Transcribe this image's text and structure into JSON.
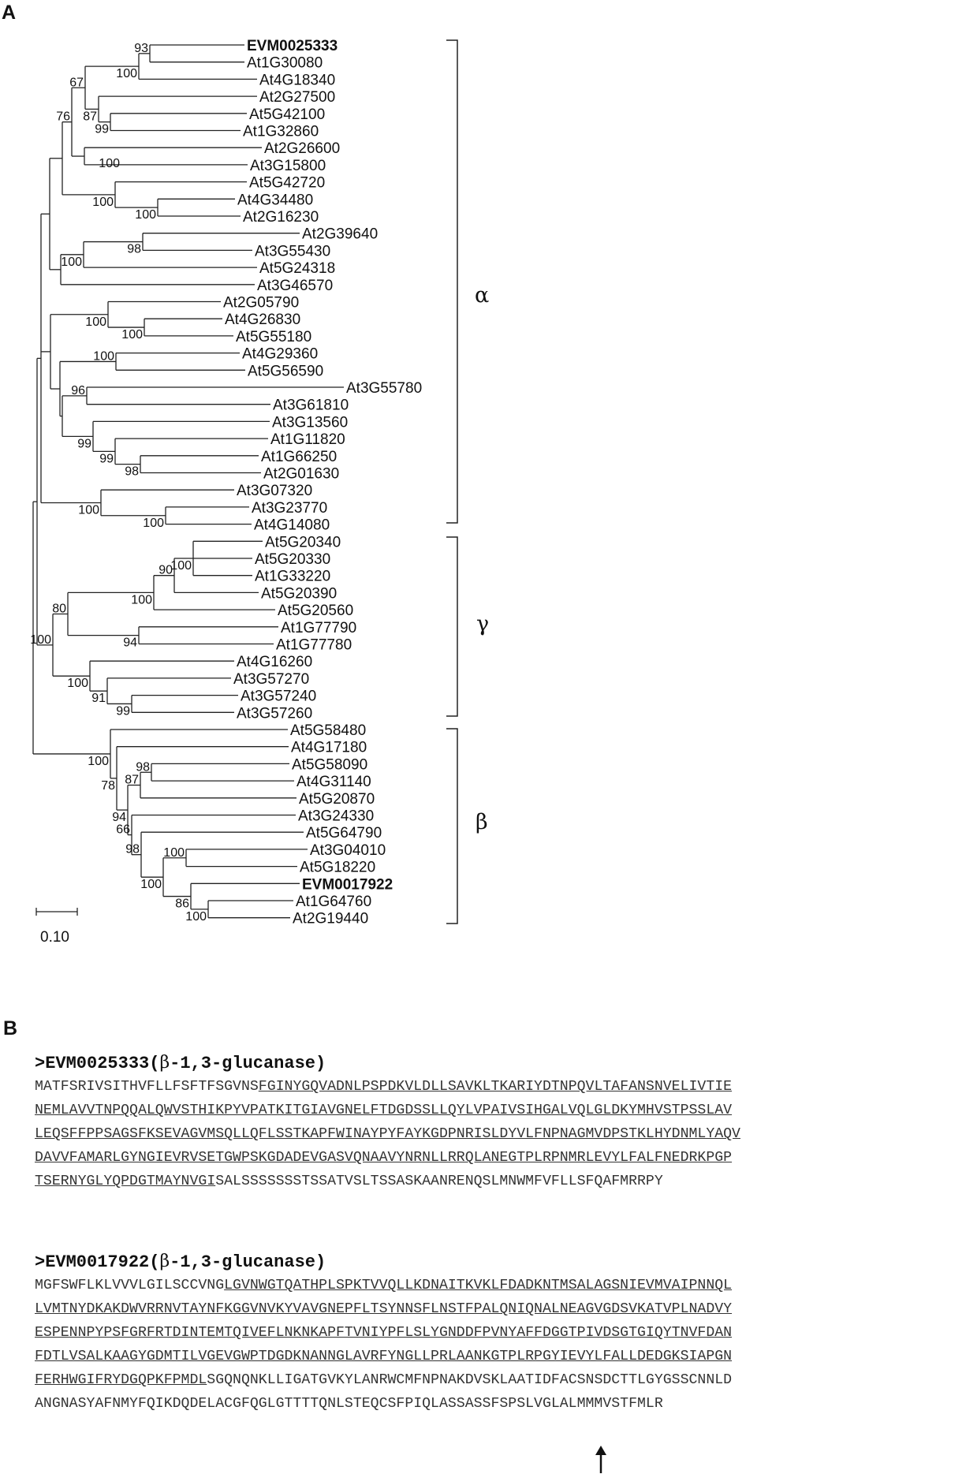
{
  "panel_a": {
    "label": "A",
    "leaves": [
      {
        "name": "EVM0025333",
        "bold": true
      },
      {
        "name": "At1G30080"
      },
      {
        "name": "At4G18340"
      },
      {
        "name": "At2G27500"
      },
      {
        "name": "At5G42100"
      },
      {
        "name": "At1G32860"
      },
      {
        "name": "At2G26600"
      },
      {
        "name": "At3G15800"
      },
      {
        "name": "At5G42720"
      },
      {
        "name": "At4G34480"
      },
      {
        "name": "At2G16230"
      },
      {
        "name": "At2G39640"
      },
      {
        "name": "At3G55430"
      },
      {
        "name": "At5G24318"
      },
      {
        "name": "At3G46570"
      },
      {
        "name": "At2G05790"
      },
      {
        "name": "At4G26830"
      },
      {
        "name": "At5G55180"
      },
      {
        "name": "At4G29360"
      },
      {
        "name": "At5G56590"
      },
      {
        "name": "At3G55780"
      },
      {
        "name": "At3G61810"
      },
      {
        "name": "At3G13560"
      },
      {
        "name": "At1G11820"
      },
      {
        "name": "At1G66250"
      },
      {
        "name": "At2G01630"
      },
      {
        "name": "At3G07320"
      },
      {
        "name": "At3G23770"
      },
      {
        "name": "At4G14080"
      },
      {
        "name": "At5G20340"
      },
      {
        "name": "At5G20330"
      },
      {
        "name": "At1G33220"
      },
      {
        "name": "At5G20390"
      },
      {
        "name": "At5G20560"
      },
      {
        "name": "At1G77790"
      },
      {
        "name": "At1G77780"
      },
      {
        "name": "At4G16260"
      },
      {
        "name": "At3G57270"
      },
      {
        "name": "At3G57240"
      },
      {
        "name": "At3G57260"
      },
      {
        "name": "At5G58480"
      },
      {
        "name": "At4G17180"
      },
      {
        "name": "At5G58090"
      },
      {
        "name": "At4G31140"
      },
      {
        "name": "At5G20870"
      },
      {
        "name": "At3G24330"
      },
      {
        "name": "At5G64790"
      },
      {
        "name": "At3G04010"
      },
      {
        "name": "At5G18220"
      },
      {
        "name": "EVM0017922",
        "bold": true
      },
      {
        "name": "At1G64760"
      },
      {
        "name": "At2G19440"
      }
    ],
    "bootstrap_values": [
      "93",
      "100",
      "67",
      "76",
      "87",
      "99",
      "100",
      "100",
      "100",
      "100",
      "98",
      "100",
      "100",
      "100",
      "96",
      "99",
      "99",
      "98",
      "100",
      "100",
      "100",
      "90",
      "100",
      "94",
      "80",
      "100",
      "100",
      "91",
      "99",
      "100",
      "98",
      "87",
      "78",
      "94",
      "66",
      "98",
      "100",
      "100",
      "86",
      "100"
    ],
    "clades": [
      {
        "symbol": "α"
      },
      {
        "symbol": "γ"
      },
      {
        "symbol": "β"
      }
    ],
    "scale_bar": "0.10"
  },
  "panel_b": {
    "label": "B",
    "sequences": [
      {
        "header_prefix": ">EVM0025333(",
        "header_symbol": "β",
        "header_suffix": "-1,3-glucanase)",
        "lines": [
          {
            "plain": "MATFSRIVSITHVFLLFSFTFSGVNS",
            "underlined": "FGINYGQVADNLPSPDKVLDLLSAVKLTKARIYDTNPQVLTAFANSNVELIVTIE",
            "after": ""
          },
          {
            "plain": "",
            "underlined": "NEMLAVVTNPQQALQWVSTHIKPYVPATKITGIAVGNELFTDGDSSLLQYLVPAIVSIHGALVQLGLDKYMHVSTPSSLAV",
            "after": ""
          },
          {
            "plain": "",
            "underlined": "LEQSFFPPSAGSFKSEVAGVMSQLLQFLSSTKAPFWINAYPYFAYKGDPNRISLDYVLFNPNAGMVDPSTKLHYDNMLYAQV",
            "after": ""
          },
          {
            "plain": "",
            "underlined": "DAVVFAMARLGYNGIEVRVSETGWPSKGDADEVGASVQNAAVYNRNLLRRQLANEGTPLRPNMRLEVYLFALFNEDRKPGP",
            "after": ""
          },
          {
            "plain": "",
            "underlined": "TSERNYGLYQPDGTMAYNVGI",
            "after": "SALSSSSSSSTSSATVSLTSSASKAANRENQSLMNWMFVFLLSFQAFMRRPY"
          }
        ]
      },
      {
        "header_prefix": ">EVM0017922(",
        "header_symbol": "β",
        "header_suffix": "-1,3-glucanase)",
        "lines": [
          {
            "plain": "MGFSWFLKLVVVLGILSCCVNG",
            "underlined": "LGVNWGTQATHPLSPKTVVQLLKDNAITKVKLFDADKNTMSALAGSNIEVMVAIPNNQL",
            "after": ""
          },
          {
            "plain": "",
            "underlined": "LVMTNYDKAKDWVRRNVTAYNFKGGVNVKYVAVGNEPFLTSYNNSFLNSTFPALQNIQNALNEAGVGDSVKATVPLNADVY",
            "after": ""
          },
          {
            "plain": "",
            "underlined": "ESPENNPYPSFGRFRTDINTEMTQIVEFLNKNKAPFTVNIYPFLSLYGNDDFPVNYAFFDGGTPIVDSGTGIQYTNVFDAN",
            "after": ""
          },
          {
            "plain": "",
            "underlined": "FDTLVSALKAAGYGDMTILVGEVGWPTDGDKNANNGLAVRFYNGLLPRLAANKGTPLRPGYIEVYLFALLDEDGKSIAPGN",
            "after": ""
          },
          {
            "plain": "",
            "underlined": "FERHWGIFRYDGQPKFPMDL",
            "after": "SGQNQNKLLIGATGVKYLANRWCMFNPNAKDVSKLAATIDFACSNSDCTTLGYGSSCNNLD"
          },
          {
            "plain": "ANGNASYAFNMYFQIKDQDELACGFQGLGTTTTQNLSTEQCSFPIQLASSASSFSPSLVGLALMMMVSTFMLR",
            "underlined": "",
            "after": ""
          }
        ]
      }
    ]
  }
}
